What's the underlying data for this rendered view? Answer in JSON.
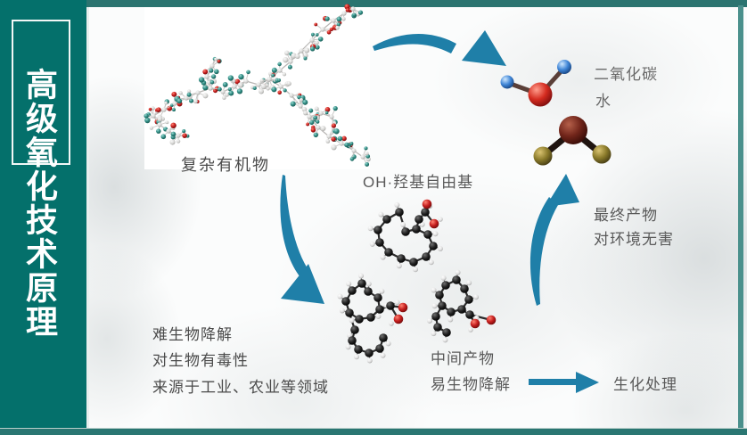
{
  "slide": {
    "title": "高级氧化技术原理"
  },
  "colors": {
    "sidebar_teal": "#04706b",
    "top_strip_teal": "#2b7470",
    "right_border_teal": "#4a908c",
    "bottom_strip_teal": "#2a7672",
    "arrow_blue": "#1f7fa8",
    "label_gray": "#595959",
    "title_white": "#ffffff"
  },
  "molecule_colors": {
    "complex_hydrogen_teal": "#2f8a82",
    "complex_oxygen_red": "#b22730",
    "complex_carbon_gray": "#dcdcda",
    "water_oxygen_red": "#d42b1f",
    "water_hydrogen_blue": "#3f85d6",
    "co2_carbon_maroon": "#71251a",
    "co2_oxygen_olive": "#8a7a2a",
    "intermediate_carbon_black": "#1c1c1c",
    "intermediate_hydrogen_white": "#e9e9e9",
    "intermediate_oxygen_red": "#c41d1d"
  },
  "labels": {
    "complex_organic": "复杂有机物",
    "hydroxyl_radical": "OH·羟基自由基",
    "carbon_dioxide": "二氧化碳",
    "water": "水",
    "final_product_line1": "最终产物",
    "final_product_line2": "对环境无害",
    "pollutant_line1": "难生物降解",
    "pollutant_line2": "对生物有毒性",
    "pollutant_line3": "来源于工业、农业等领域",
    "intermediate_line1": "中间产物",
    "intermediate_line2": "易生物降解",
    "biochemical_treatment": "生化处理"
  }
}
